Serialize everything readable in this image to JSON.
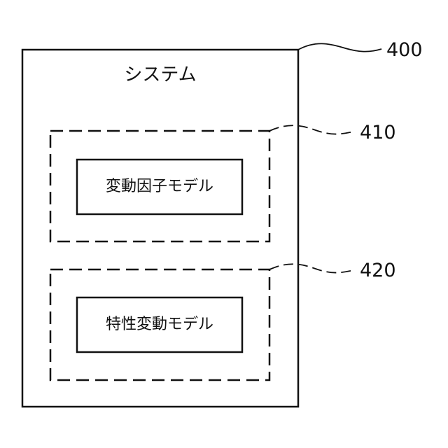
{
  "system": {
    "ref": "400",
    "title": "システム"
  },
  "modules": [
    {
      "ref": "410",
      "label": "変動因子モデル"
    },
    {
      "ref": "420",
      "label": "特性変動モデル"
    }
  ]
}
